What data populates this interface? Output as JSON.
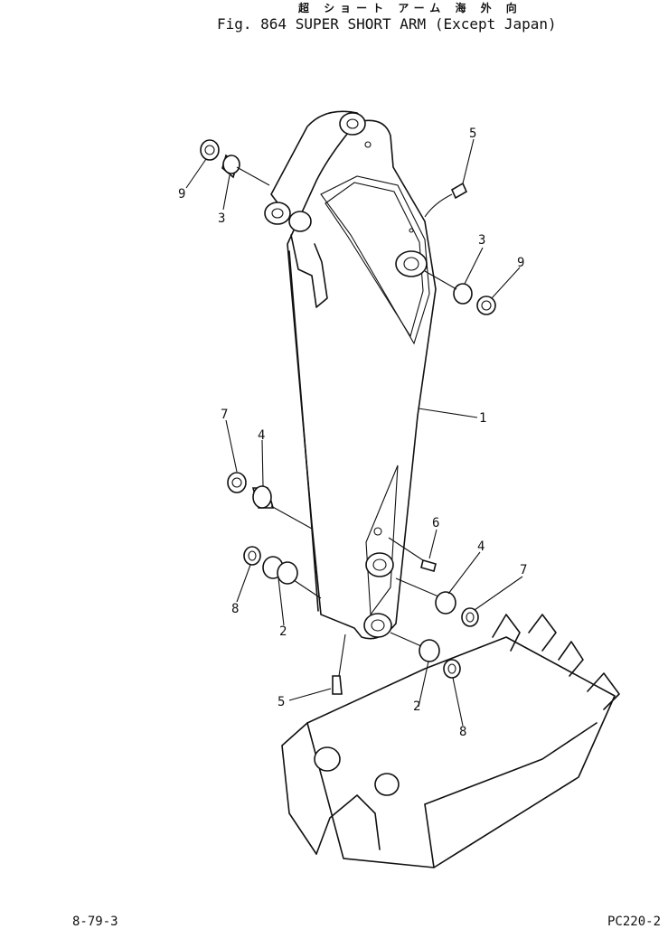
{
  "header": {
    "japanese_title": "超 ショート アーム 海 外 向",
    "figure_title": "Fig. 864  SUPER SHORT ARM (Except Japan)"
  },
  "callouts": [
    "1",
    "2",
    "2",
    "3",
    "3",
    "4",
    "4",
    "5",
    "5",
    "6",
    "7",
    "7",
    "8",
    "8",
    "9",
    "9"
  ],
  "footer": {
    "left_code": "8-79-3",
    "right_code": "PC220-2"
  }
}
